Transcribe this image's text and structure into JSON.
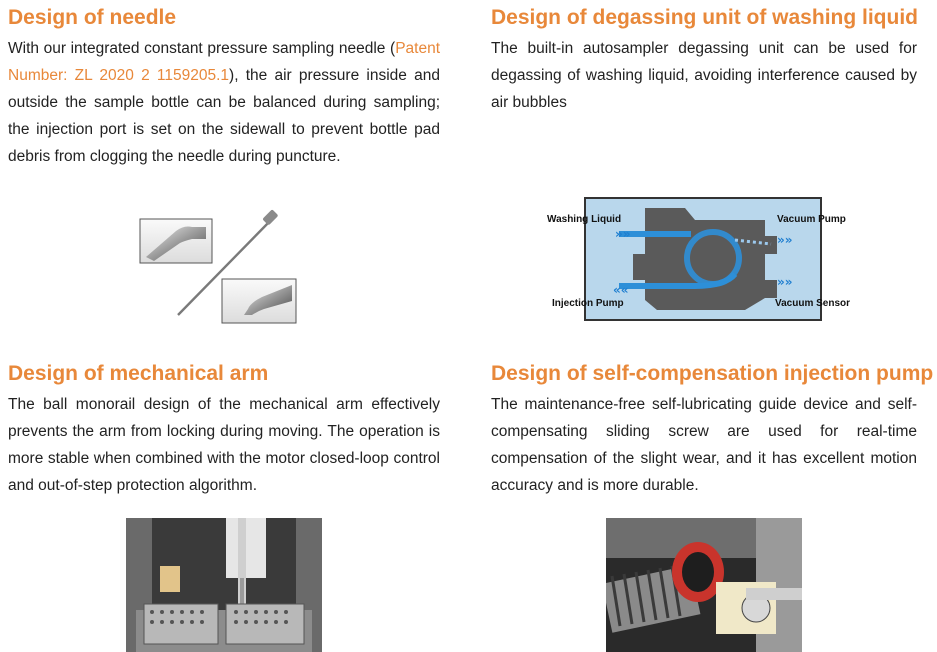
{
  "sections": {
    "needle": {
      "title": "Design of needle",
      "text_before": "With our integrated constant pressure sampling needle (",
      "patent": "Patent Number: ZL 2020 2 1159205.1",
      "text_after": "), the air pressure inside and outside the sample bottle can be balanced during sampling; the injection port is set on the sidewall to prevent bottle pad debris from clogging the needle during puncture."
    },
    "degassing": {
      "title": "Design of degassing unit of washing liquid",
      "text": "The built-in autosampler degassing unit can be used for degassing of washing liquid, avoiding interference caused by air bubbles",
      "diagram": {
        "washing_liquid": "Washing Liquid",
        "vacuum_pump": "Vacuum Pump",
        "injection_pump": "Injection Pump",
        "vacuum_sensor": "Vacuum Sensor"
      }
    },
    "arm": {
      "title": "Design of mechanical arm",
      "text": "The ball monorail design of the mechanical arm effectively prevents the arm from locking during moving. The operation is more stable when combined with the motor closed-loop control and out-of-step protection algorithm."
    },
    "pump": {
      "title": "Design of self-compensation injection pump",
      "text": "The maintenance-free self-lubricating guide device and self-compensating sliding screw are used for real-time compensation of the slight wear, and it has excellent motion accuracy and is more durable."
    }
  },
  "colors": {
    "title": "#e8883a",
    "diagram_bg": "#b9d7ec",
    "diagram_block": "#5a5a5a",
    "flow": "#2d8fd8"
  }
}
